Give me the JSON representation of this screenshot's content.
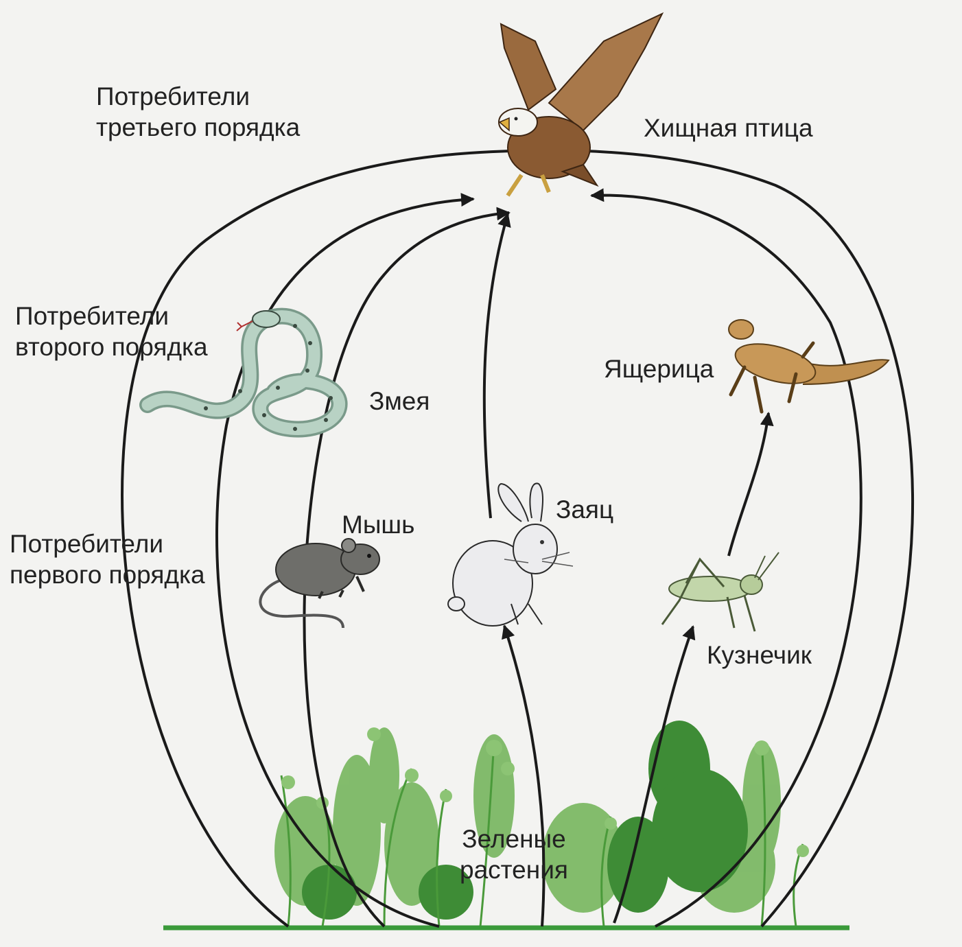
{
  "levels": {
    "third_order": [
      "Потребители",
      "третьего порядка"
    ],
    "second_order": [
      "Потребители",
      "второго порядка"
    ],
    "first_order": [
      "Потребители",
      "первого порядка"
    ]
  },
  "organisms": {
    "bird": "Хищная птица",
    "snake": "Змея",
    "lizard": "Ящерица",
    "mouse": "Мышь",
    "hare": "Заяц",
    "grasshopper": "Кузнечик",
    "plants": [
      "Зеленые",
      "растения"
    ]
  },
  "colors": {
    "arrow": "#1a1a1a",
    "ground": "#3a9a3a",
    "plants": "#5aa845",
    "eagle": "#8a5a32",
    "snake": "#9ab8a8",
    "lizard": "#b8893a",
    "mouse": "#6a6a66",
    "hare": "#e8e8ea",
    "grasshopper": "#b8cfa0"
  }
}
